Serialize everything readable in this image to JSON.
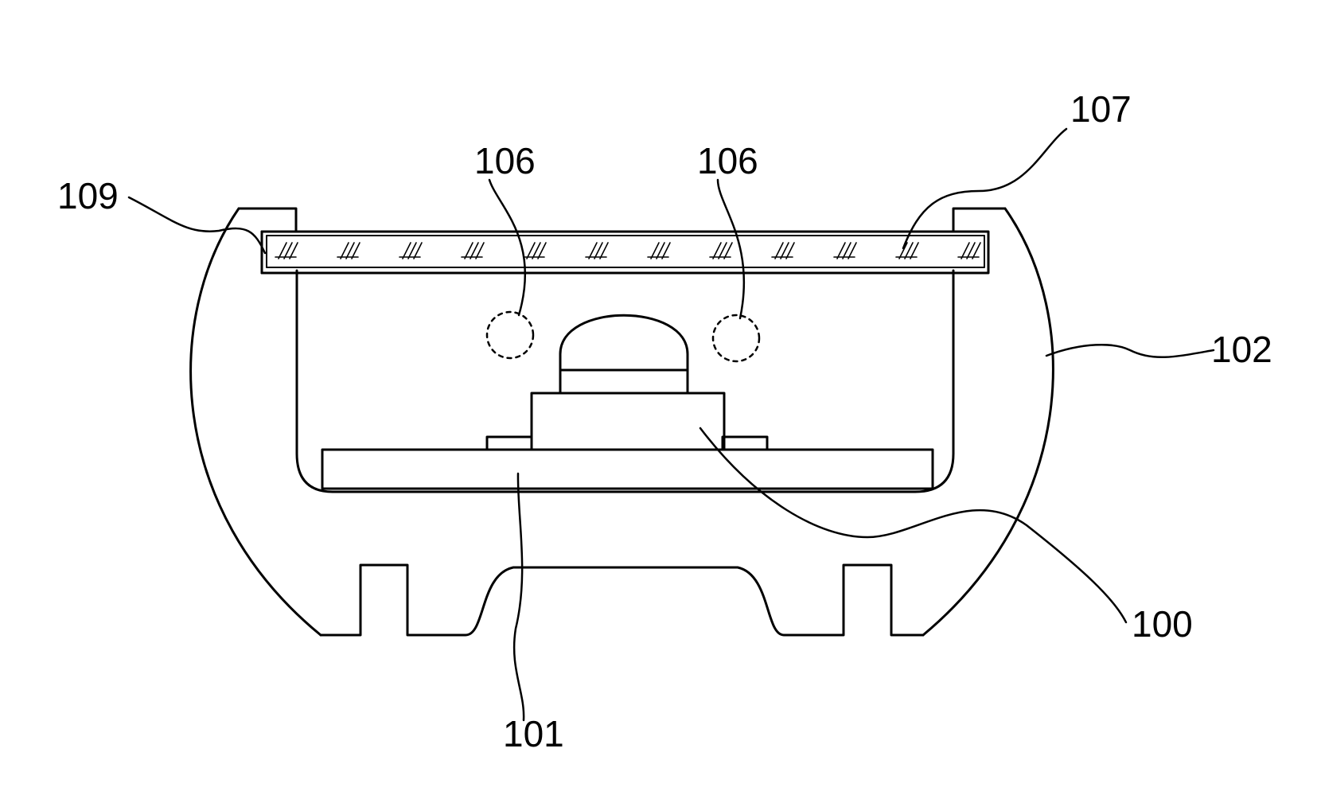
{
  "figure": {
    "line_color": "#000000",
    "background_color": "#ffffff",
    "labels": {
      "ref_109": "109",
      "ref_106_left": "106",
      "ref_106_right": "106",
      "ref_107": "107",
      "ref_102": "102",
      "ref_100": "100",
      "ref_101": "101"
    }
  }
}
